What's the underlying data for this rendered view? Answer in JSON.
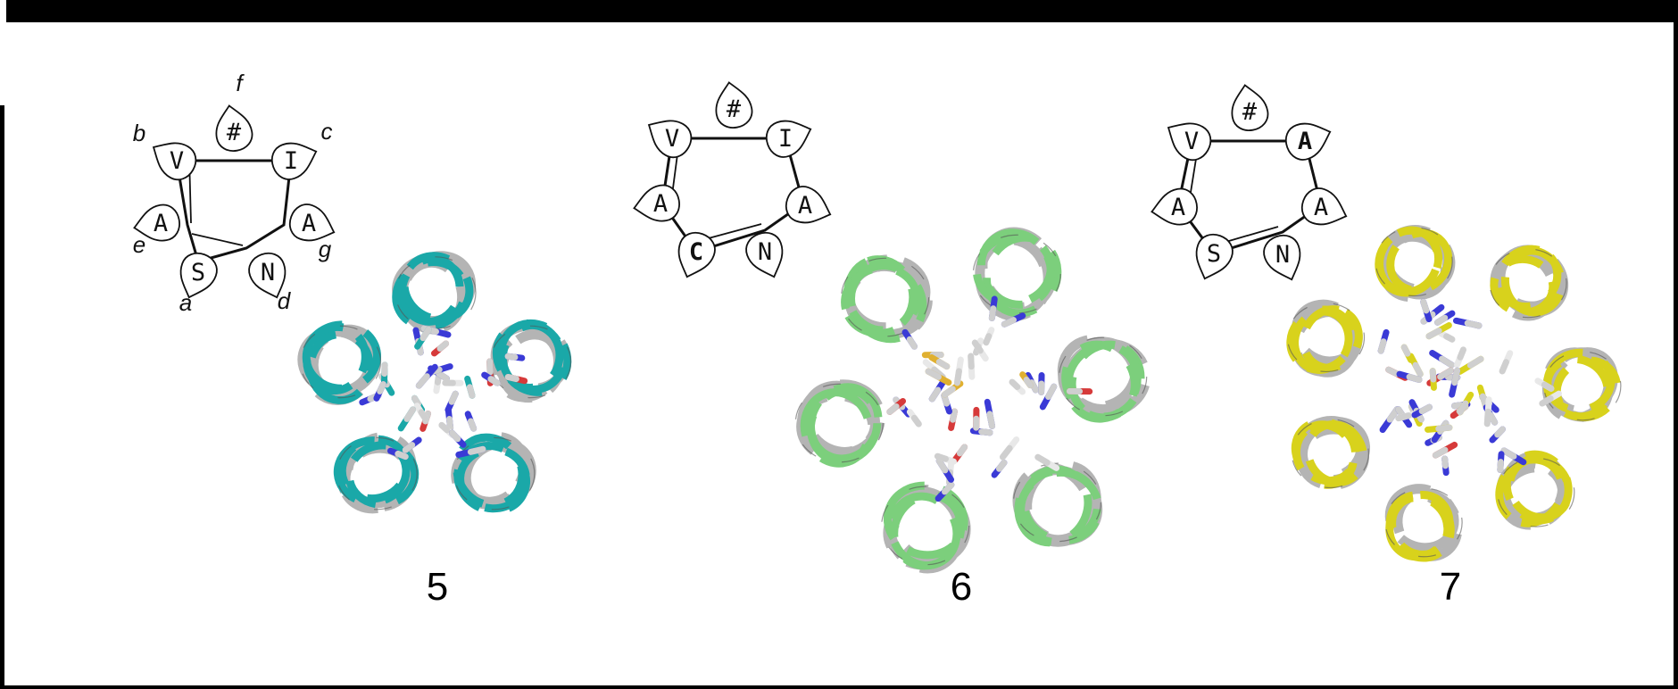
{
  "wheels": [
    {
      "id": "5",
      "residues": [
        "V",
        "#",
        "I",
        "A",
        "N",
        "S",
        "A"
      ],
      "bold": [],
      "heptad": [
        "b",
        "f",
        "c",
        "g",
        "d",
        "a",
        "e"
      ],
      "color": "#1aa8a8",
      "structure_label": "5"
    },
    {
      "id": "6",
      "residues": [
        "V",
        "#",
        "I",
        "A",
        "N",
        "C",
        "A"
      ],
      "bold": [
        "C"
      ],
      "heptad": [],
      "color": "#7ccf7c",
      "structure_label": "6"
    },
    {
      "id": "7",
      "residues": [
        "V",
        "#",
        "A",
        "A",
        "N",
        "S",
        "A"
      ],
      "bold": [
        "A3"
      ],
      "heptad": [],
      "color": "#d8d21c",
      "structure_label": "7"
    }
  ],
  "colors": {
    "background": "#000000",
    "panel": "#ffffff",
    "reference": "#b4b4b4",
    "oxygen": "#d63a3a",
    "nitrogen": "#3a3ad6",
    "sulfur": "#e0b030"
  }
}
